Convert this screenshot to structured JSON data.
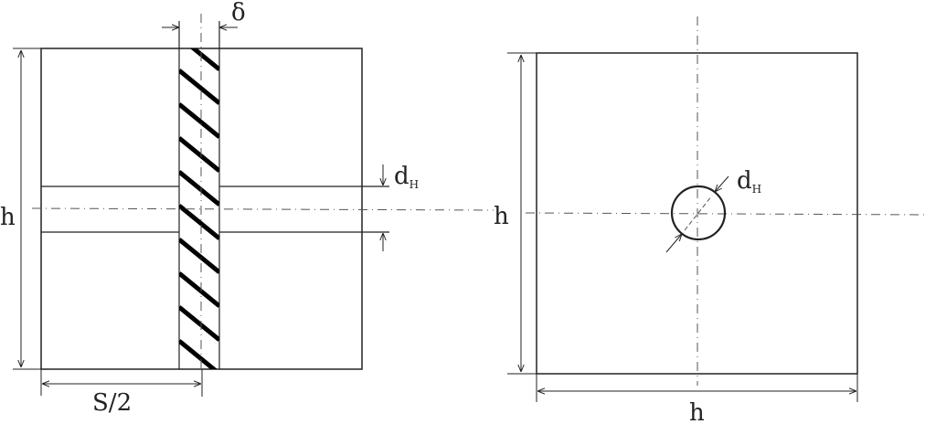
{
  "left_view": {
    "label_delta": "δ",
    "label_dh": "d",
    "label_dh_sub": "H",
    "label_h": "h",
    "label_s2": "S/2"
  },
  "right_view": {
    "label_dh": "d",
    "label_dh_sub": "H",
    "label_h_left": "h",
    "label_h_bottom": "h"
  },
  "colors": {
    "line": "#222222",
    "center_line": "#555555"
  }
}
